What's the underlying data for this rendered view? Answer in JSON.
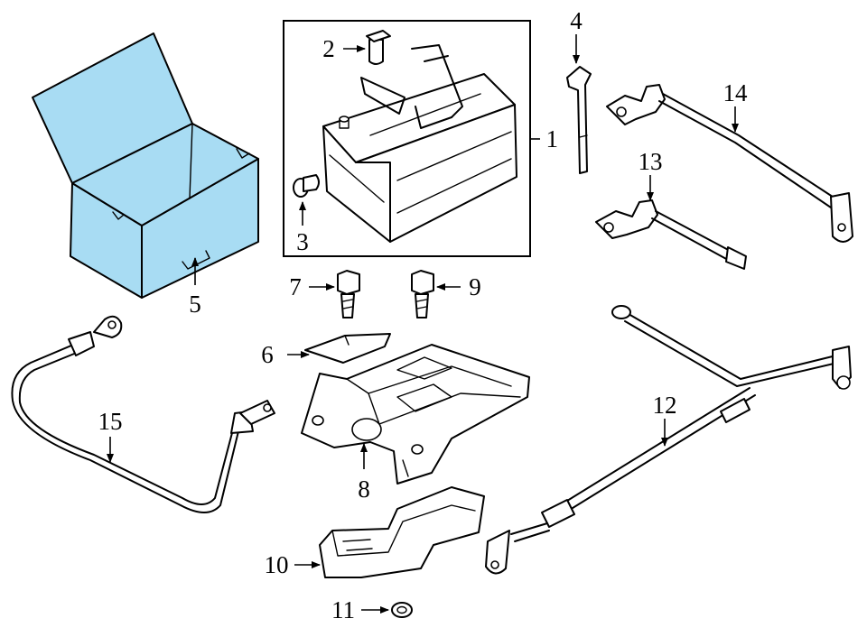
{
  "colors": {
    "highlight": "#a8dcf3",
    "line": "#000000",
    "background": "#ffffff"
  },
  "callouts": [
    {
      "id": "1",
      "label": "1"
    },
    {
      "id": "2",
      "label": "2"
    },
    {
      "id": "3",
      "label": "3"
    },
    {
      "id": "4",
      "label": "4"
    },
    {
      "id": "5",
      "label": "5"
    },
    {
      "id": "6",
      "label": "6"
    },
    {
      "id": "7",
      "label": "7"
    },
    {
      "id": "8",
      "label": "8"
    },
    {
      "id": "9",
      "label": "9"
    },
    {
      "id": "10",
      "label": "10"
    },
    {
      "id": "11",
      "label": "11"
    },
    {
      "id": "12",
      "label": "12"
    },
    {
      "id": "13",
      "label": "13"
    },
    {
      "id": "14",
      "label": "14"
    },
    {
      "id": "15",
      "label": "15"
    }
  ],
  "highlighted_part": "5"
}
